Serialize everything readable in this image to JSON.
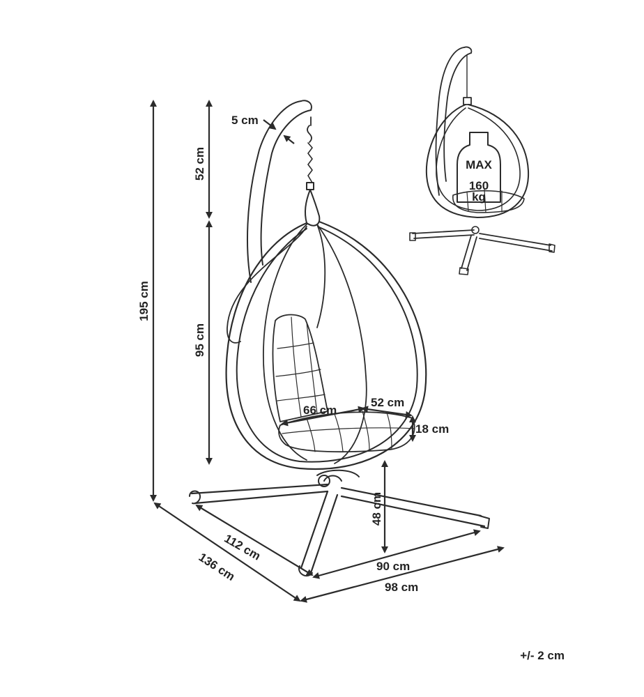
{
  "dimensions": {
    "frame_top_thickness": "5 cm",
    "hook_height": "52 cm",
    "total_height": "195 cm",
    "basket_height": "95 cm",
    "cushion_width": "66 cm",
    "cushion_depth": "52 cm",
    "cushion_thickness": "18 cm",
    "seat_height": "48 cm",
    "base_inner_depth": "112 cm",
    "base_outer_depth": "136 cm",
    "base_inner_width": "90 cm",
    "base_outer_width": "98 cm"
  },
  "load": {
    "prefix": "MAX",
    "value": "160",
    "unit": "kg"
  },
  "tolerance": "+/- 2 cm",
  "colors": {
    "line": "#2b2b2b",
    "text": "#222222",
    "background": "#ffffff"
  }
}
